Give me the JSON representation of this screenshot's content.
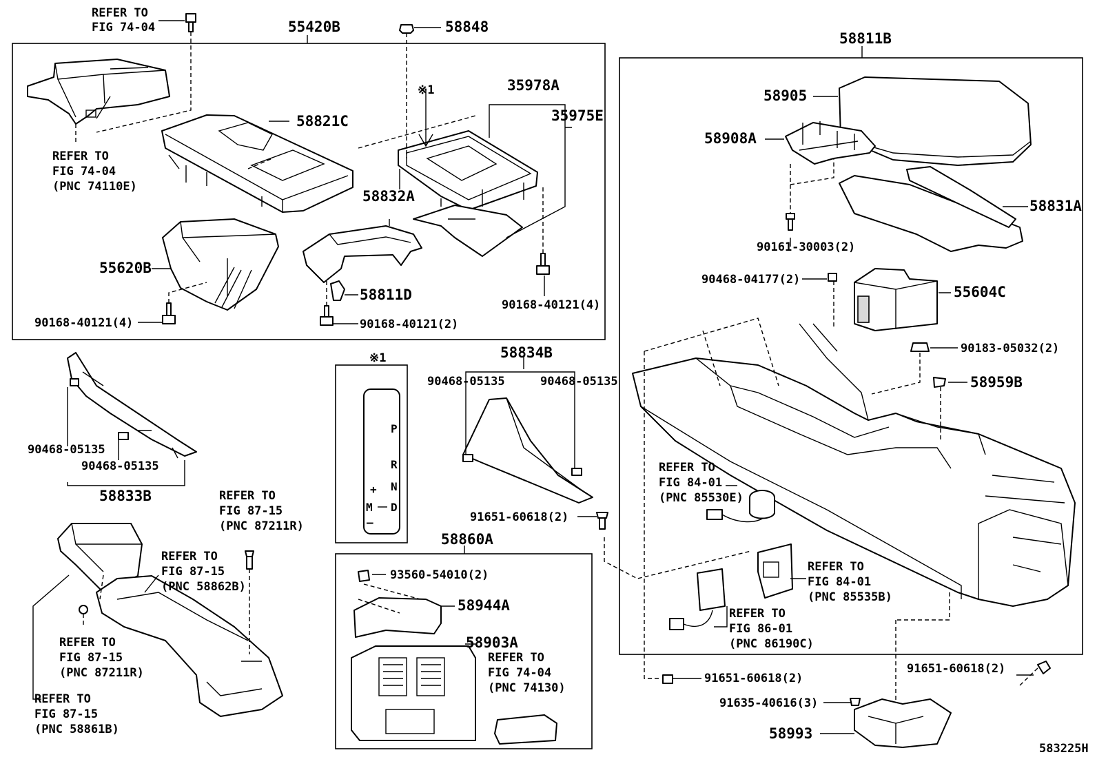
{
  "labels": {
    "refer_7404_top_a": "REFER TO",
    "refer_7404_top_b": "FIG 74-04",
    "p55420B": "55420B",
    "p58848": "58848",
    "p58811B": "58811B",
    "refer_7404_left_a": "REFER TO",
    "refer_7404_left_b": "FIG 74-04",
    "refer_7404_left_c": "(PNC 74110E)",
    "p58821C": "58821C",
    "p35978A": "35978A",
    "p35975E": "35975E",
    "ref_mark_1": "※1",
    "p58832A": "58832A",
    "p55620B": "55620B",
    "p58811D": "58811D",
    "b90168_40121_4_left": "90168-40121(4)",
    "b90168_40121_2": "90168-40121(2)",
    "b90168_40121_4_right": "90168-40121(4)",
    "p58905": "58905",
    "p58908A": "58908A",
    "p58831A": "58831A",
    "b90161_30003_2": "90161-30003(2)",
    "b90468_04177_2": "90468-04177(2)",
    "p55604C": "55604C",
    "b90183_05032_2": "90183-05032(2)",
    "p58959B": "58959B",
    "b90468_05135_a": "90468-05135",
    "b90468_05135_b": "90468-05135",
    "p58833B": "58833B",
    "ref_mark_2": "※1",
    "p58834B": "58834B",
    "b90468_05135_c": "90468-05135",
    "b90468_05135_d": "90468-05135",
    "b91651_60618_2_mid": "91651-60618(2)",
    "refer_8401_a_1": "REFER TO",
    "refer_8401_a_2": "FIG 84-01",
    "refer_8401_a_3": "(PNC 85530E)",
    "refer_8715_r_1": "REFER TO",
    "refer_8715_r_2": "FIG 87-15",
    "refer_8715_r_3": "(PNC 87211R)",
    "refer_8715_b_1": "REFER TO",
    "refer_8715_b_2": "FIG 87-15",
    "refer_8715_b_3": "(PNC 58862B)",
    "refer_8715_l_1": "REFER TO",
    "refer_8715_l_2": "FIG 87-15",
    "refer_8715_l_3": "(PNC 87211R)",
    "refer_8715_d_1": "REFER TO",
    "refer_8715_d_2": "FIG 87-15",
    "refer_8715_d_3": "(PNC 58861B)",
    "p58860A": "58860A",
    "b93560_54010_2": "93560-54010(2)",
    "p58944A": "58944A",
    "p58903A": "58903A",
    "refer_7404_c_1": "REFER TO",
    "refer_7404_c_2": "FIG 74-04",
    "refer_7404_c_3": "(PNC 74130)",
    "refer_8401_b_1": "REFER TO",
    "refer_8401_b_2": "FIG 84-01",
    "refer_8401_b_3": "(PNC 85535B)",
    "refer_8601_1": "REFER TO",
    "refer_8601_2": "FIG 86-01",
    "refer_8601_3": "(PNC 86190C)",
    "b91651_60618_2_bottom": "91651-60618(2)",
    "b91651_60618_2_right": "91651-60618(2)",
    "b91635_40616_3": "91635-40616(3)",
    "p58993": "58993",
    "diagram_id": "583225H"
  },
  "shift_pattern": {
    "p": "P",
    "r": "R",
    "n": "N",
    "d": "D",
    "plus": "+",
    "m": "M",
    "minus": "—"
  }
}
